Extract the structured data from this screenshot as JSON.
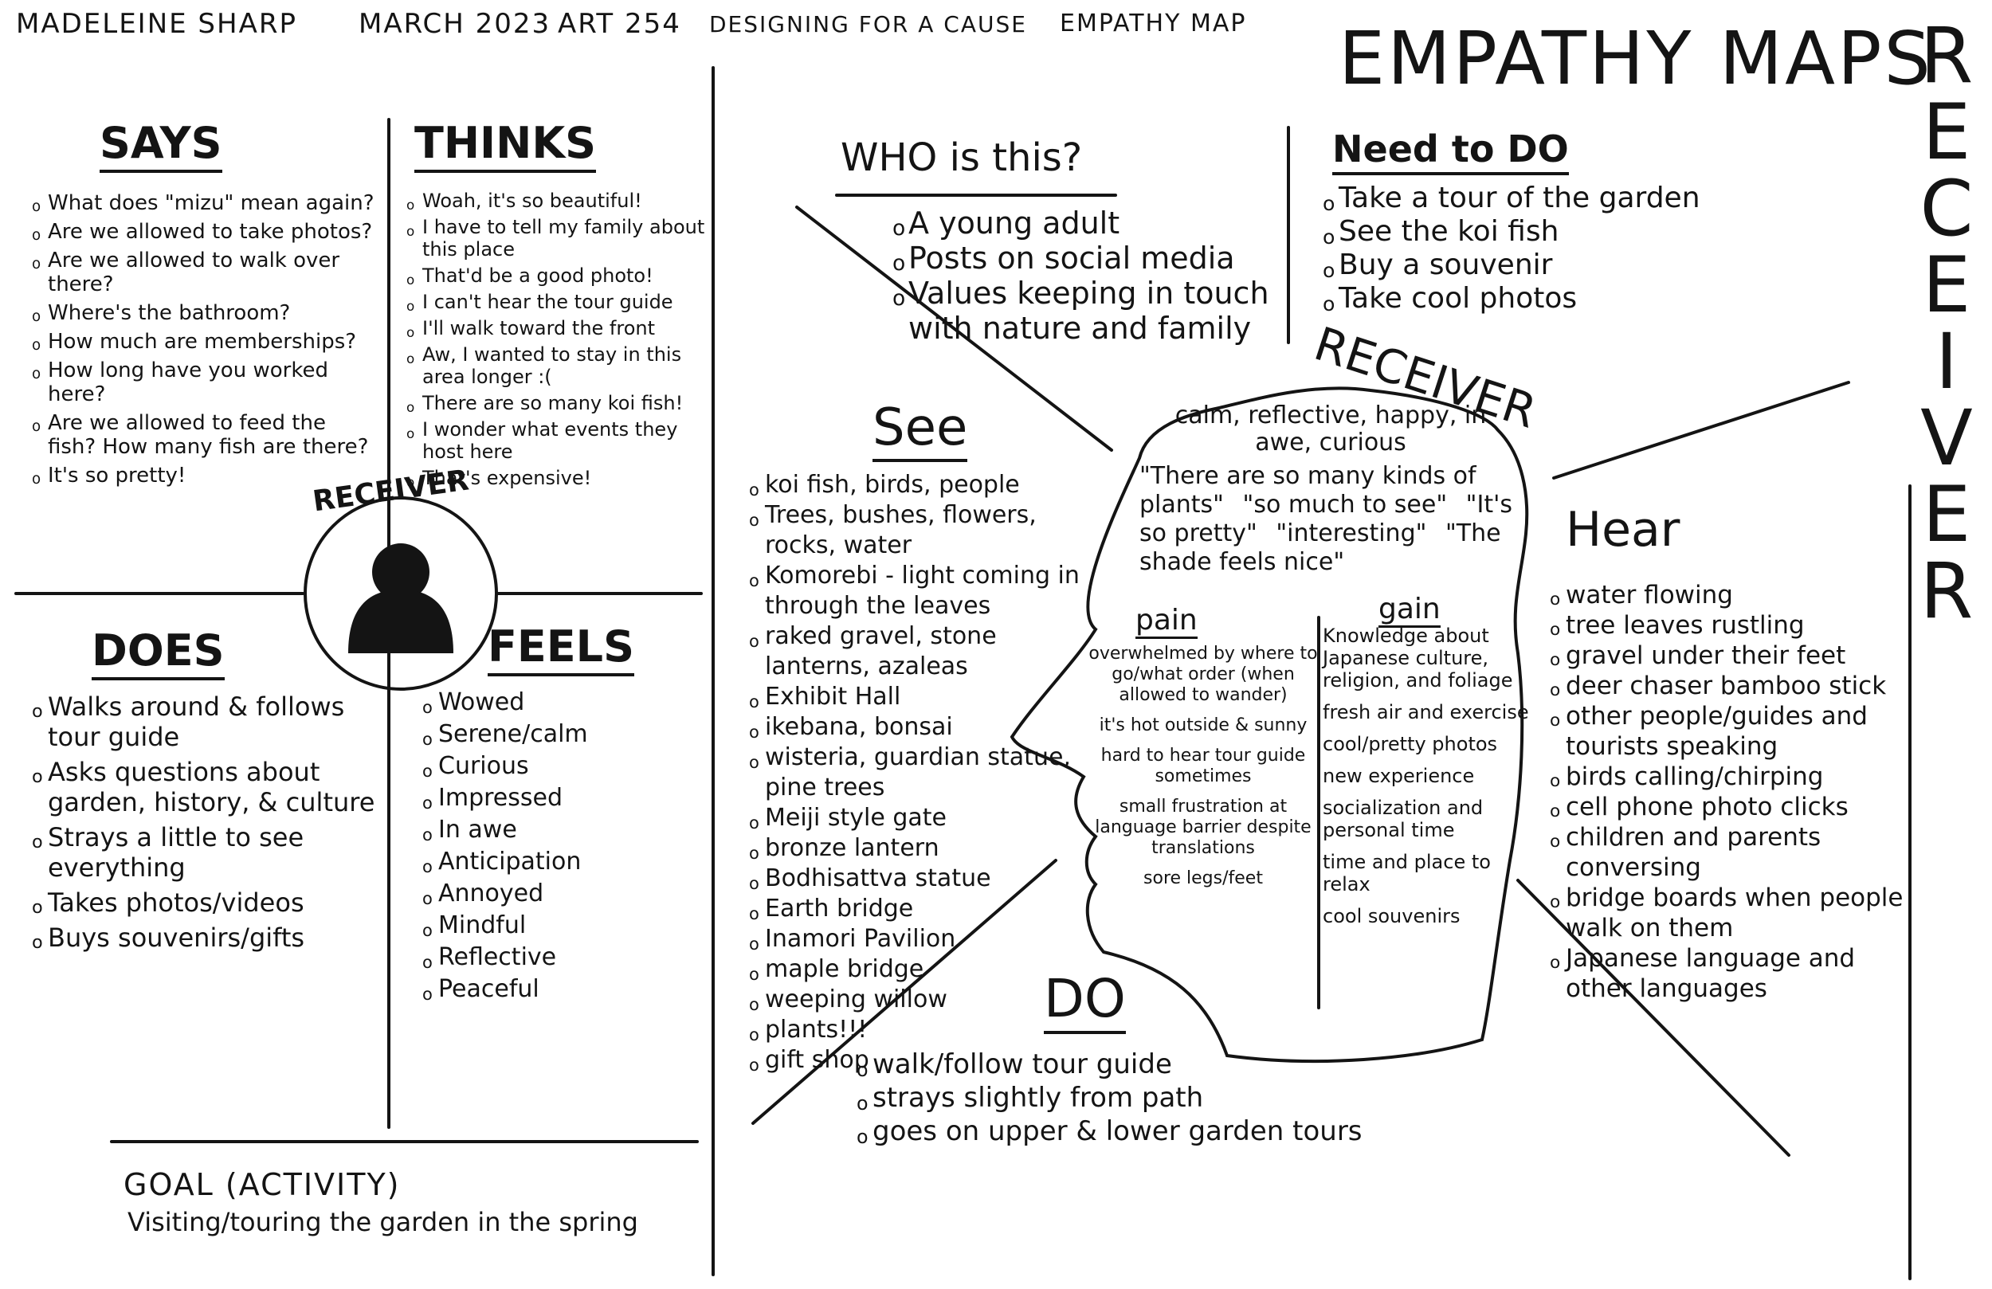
{
  "header": {
    "author": "MADELEINE SHARP",
    "date": "MARCH 2023",
    "course": "ART 254",
    "project": "DESIGNING FOR A CAUSE",
    "doc_type": "EMPATHY MAP"
  },
  "title": "EMPATHY MAPS",
  "side_title": "RECEIVER",
  "persona_label": "RECEIVER",
  "head_label": "RECEIVER",
  "says": {
    "heading": "SAYS",
    "items": [
      "What does \"mizu\" mean again?",
      "Are we allowed to take photos?",
      "Are we allowed to walk over there?",
      "Where's the bathroom?",
      "How much are memberships?",
      "How long have you worked here?",
      "Are we allowed to feed the fish? How many fish are there?",
      "It's so pretty!"
    ]
  },
  "thinks": {
    "heading": "THINKS",
    "items": [
      "Woah, it's so beautiful!",
      "I have to tell my family about this place",
      "That'd be a good photo!",
      "I can't hear the tour guide",
      "I'll walk toward the front",
      "Aw, I wanted to stay in this area longer :(",
      "There are so many koi fish!",
      "I wonder what events they host here",
      "That's expensive!"
    ]
  },
  "does": {
    "heading": "DOES",
    "items": [
      "Walks around & follows tour guide",
      "Asks questions about garden, history, & culture",
      "Strays a little to see everything",
      "Takes photos/videos",
      "Buys souvenirs/gifts"
    ]
  },
  "feels": {
    "heading": "FEELS",
    "items": [
      "Wowed",
      "Serene/calm",
      "Curious",
      "Impressed",
      "In awe",
      "Anticipation",
      "Annoyed",
      "Mindful",
      "Reflective",
      "Peaceful"
    ]
  },
  "goal": {
    "heading": "GOAL (ACTIVITY)",
    "text": "Visiting/touring the garden in the spring"
  },
  "who": {
    "heading": "WHO is this?",
    "items": [
      "A young adult",
      "Posts on social media",
      "Values keeping in touch with nature and family"
    ]
  },
  "need_to_do": {
    "heading": "Need to DO",
    "items": [
      "Take a tour of the garden",
      "See the koi fish",
      "Buy a souvenir",
      "Take cool photos"
    ]
  },
  "see": {
    "heading": "See",
    "items": [
      "koi fish, birds, people",
      "Trees, bushes, flowers, rocks, water",
      "Komorebi - light coming in through the leaves",
      "raked gravel, stone lanterns, azaleas",
      "Exhibit Hall",
      "ikebana, bonsai",
      "wisteria, guardian statue, pine trees",
      "Meiji style gate",
      "bronze lantern",
      "Bodhisattva statue",
      "Earth bridge",
      "Inamori Pavilion",
      "maple bridge",
      "weeping willow",
      "plants!!!",
      "gift shop"
    ]
  },
  "hear": {
    "heading": "Hear",
    "items": [
      "water flowing",
      "tree leaves rustling",
      "gravel under their feet",
      "deer chaser bamboo stick",
      "other people/guides and tourists speaking",
      "birds calling/chirping",
      "cell phone photo clicks",
      "children and parents conversing",
      "bridge boards when people walk on them",
      "Japanese language and other languages"
    ]
  },
  "do": {
    "heading": "DO",
    "items": [
      "walk/follow tour guide",
      "strays slightly from path",
      "goes on upper & lower garden tours"
    ]
  },
  "head": {
    "summary": "calm, reflective, happy, in awe, curious",
    "quotes": [
      "\"There are so many kinds of plants\"",
      "\"so much to see\"",
      "\"It's so pretty\"",
      "\"interesting\"",
      "\"The shade feels nice\""
    ],
    "pain_heading": "pain",
    "pain_items": [
      "overwhelmed by where to go/what order (when allowed to wander)",
      "it's hot outside & sunny",
      "hard to hear tour guide sometimes",
      "small frustration at language barrier despite translations",
      "sore legs/feet"
    ],
    "gain_heading": "gain",
    "gain_items": [
      "Knowledge about Japanese culture, religion, and foliage",
      "fresh air and exercise",
      "cool/pretty photos",
      "new experience",
      "socialization and personal time",
      "time and place to relax",
      "cool souvenirs"
    ]
  }
}
